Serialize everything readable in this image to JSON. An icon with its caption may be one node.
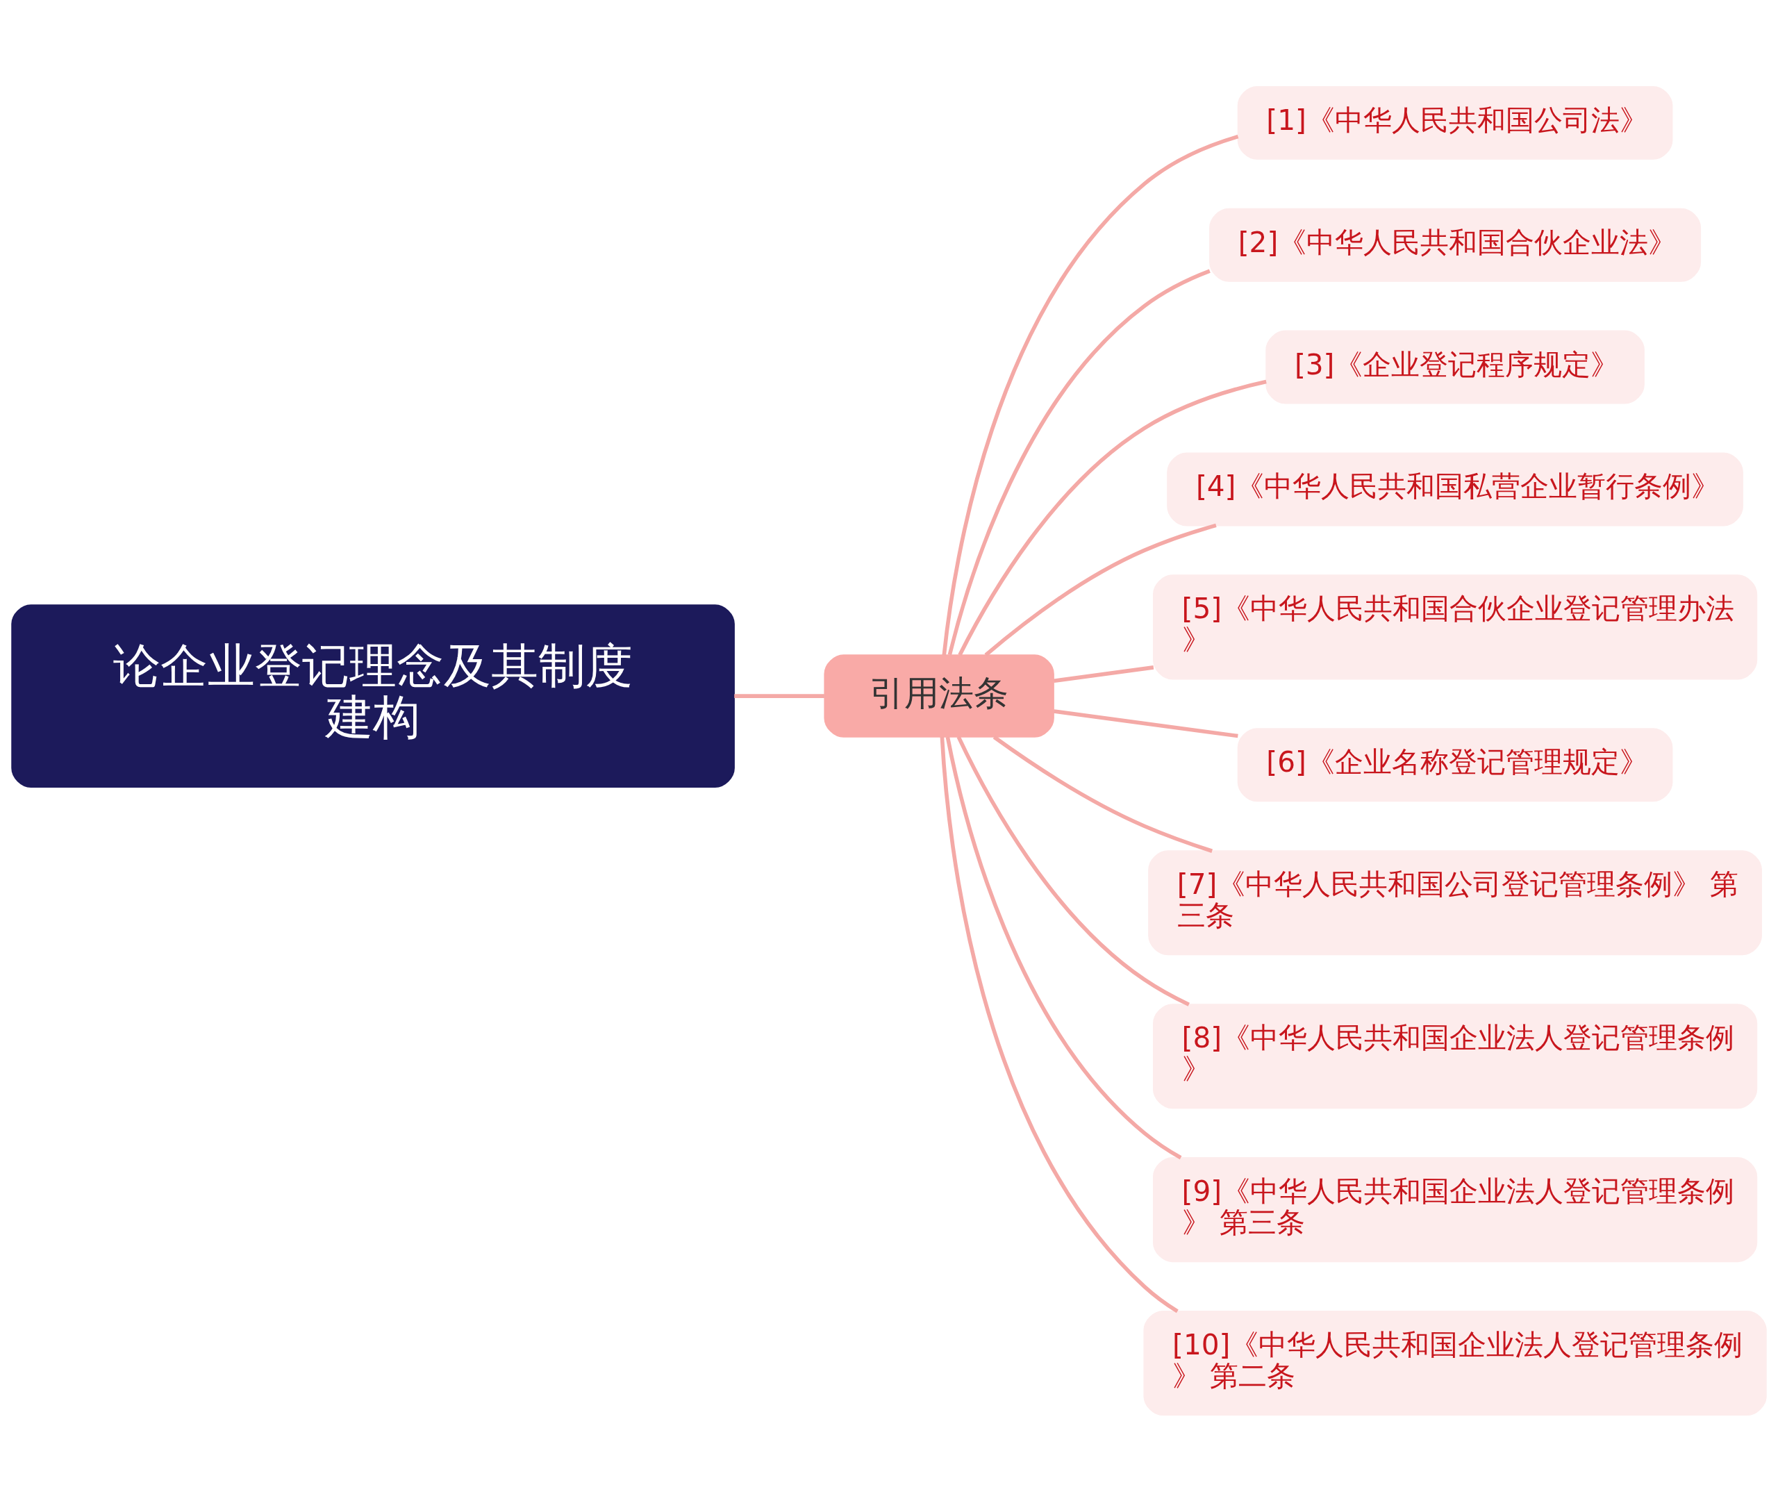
{
  "diagram": {
    "nodes": [
      {
        "text": [
          "论企业登记理念及其制度建构"
        ]
      },
      {
        "text": [
          "引用法条"
        ]
      },
      {
        "text": [
          "[1]《中华人民共和国公司法》"
        ]
      },
      {
        "text": [
          "[2]《中华人民共和国合伙企业法》"
        ]
      },
      {
        "text": [
          "[3]《企业登记程序规定》"
        ]
      },
      {
        "text": [
          "[4]《中华人民共和国私营企业暂行条例》"
        ]
      },
      {
        "text": [
          "[5]《中华人民共和国合伙企业登记管理办法》"
        ]
      },
      {
        "text": [
          "[6]《企业名称登记管理规定》"
        ]
      },
      {
        "text": [
          "[7]《中华人民共和国公司登记管理条例》 第三条"
        ]
      },
      {
        "text": [
          "[8]《中华人民共和国企业法人登记管理条例》"
        ]
      },
      {
        "text": [
          "[9]《中华人民共和国企业法人登记管理条例》 第三条"
        ]
      },
      {
        "text": [
          "[10]《中华人民共和国企业法人登记管理条例》 第二条"
        ]
      }
    ],
    "edges": [
      {
        "from": 0,
        "to": 1,
        "arrow": "none"
      },
      {
        "from": 1,
        "to": 2,
        "arrow": "none"
      },
      {
        "from": 1,
        "to": 3,
        "arrow": "none"
      },
      {
        "from": 1,
        "to": 4,
        "arrow": "none"
      },
      {
        "from": 1,
        "to": 5,
        "arrow": "none"
      },
      {
        "from": 1,
        "to": 6,
        "arrow": "none"
      },
      {
        "from": 1,
        "to": 7,
        "arrow": "none"
      },
      {
        "from": 1,
        "to": 8,
        "arrow": "none"
      },
      {
        "from": 1,
        "to": 9,
        "arrow": "none"
      },
      {
        "from": 1,
        "to": 10,
        "arrow": "none"
      },
      {
        "from": 1,
        "to": 11,
        "arrow": "none"
      }
    ]
  }
}
